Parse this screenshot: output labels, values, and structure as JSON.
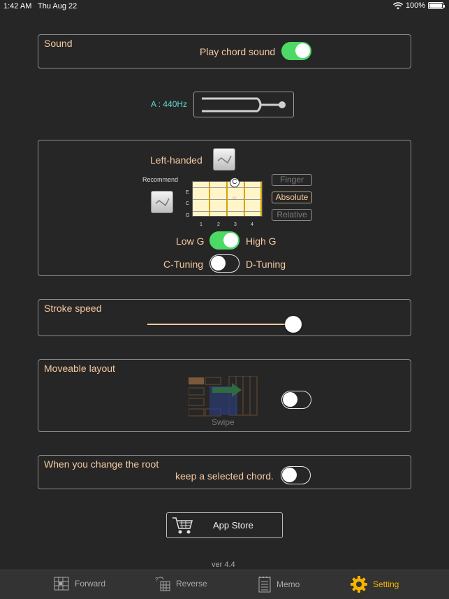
{
  "status_bar": {
    "time": "1:42 AM",
    "date": "Thu Aug 22",
    "battery": "100%",
    "battery_level": 1.0
  },
  "sound": {
    "title": "Sound",
    "play_label": "Play chord sound",
    "play_on": true
  },
  "tuning_fork": {
    "label": "A : 440Hz"
  },
  "layout": {
    "left_handed_label": "Left-handed",
    "recommend_label": "Recommend",
    "strings": [
      "E",
      "C",
      "G"
    ],
    "frets": [
      "1",
      "2",
      "3",
      "4"
    ],
    "chord_marker": "C",
    "star": "☆",
    "modes": [
      "Finger",
      "Absolute",
      "Relative"
    ],
    "active_mode": "Absolute",
    "low_g": "Low G",
    "high_g": "High G",
    "g_toggle_on": true,
    "c_tuning": "C-Tuning",
    "d_tuning": "D-Tuning",
    "tuning_toggle_on": false
  },
  "stroke": {
    "title": "Stroke speed",
    "value": 1.0
  },
  "moveable": {
    "title": "Moveable layout",
    "swipe": "Swipe",
    "on": false
  },
  "root_change": {
    "title": "When you change the root",
    "keep_label": "keep a selected chord.",
    "on": false
  },
  "app_store": {
    "label": "App Store"
  },
  "version": "ver 4.4",
  "tabs": [
    {
      "label": "Forward",
      "icon": "fretboard-icon"
    },
    {
      "label": "Reverse",
      "icon": "reverse-fretboard-icon"
    },
    {
      "label": "Memo",
      "icon": "notepad-icon"
    },
    {
      "label": "Setting",
      "icon": "gear-icon"
    }
  ],
  "colors": {
    "background": "#262626",
    "text": "#f5c9a0",
    "accent_green": "#4cd964",
    "active_tab": "#f5b400",
    "fork_label": "#5fd7d0"
  }
}
